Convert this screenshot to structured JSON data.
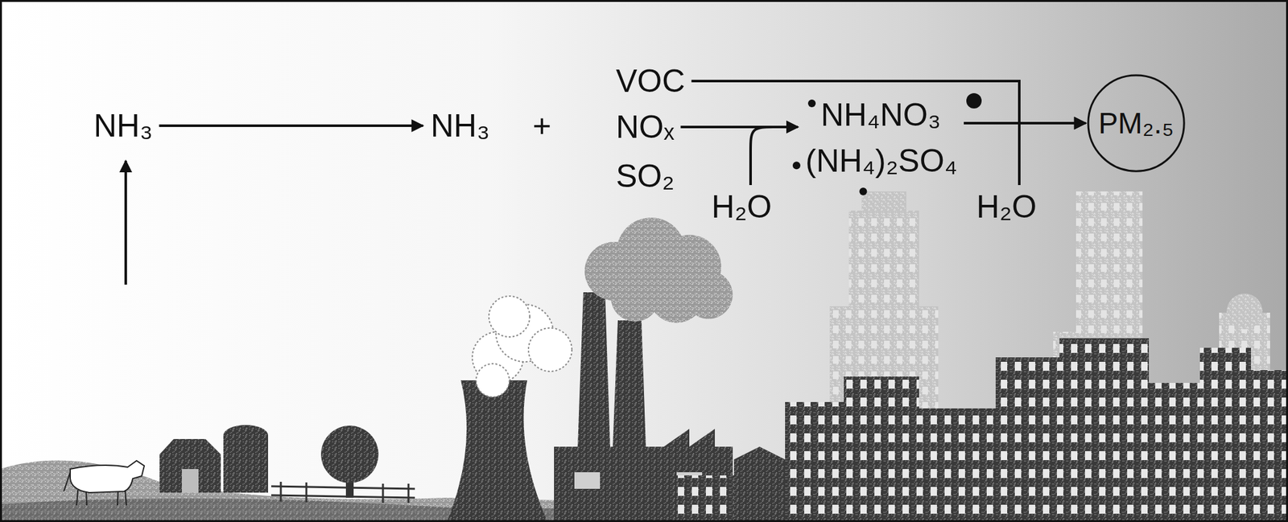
{
  "diagram": {
    "nodes": [
      {
        "text": [
          "NH₃"
        ]
      },
      {
        "text": [
          "NH₃"
        ]
      },
      {
        "text": [
          "VOC"
        ]
      },
      {
        "text": [
          "NOₓ"
        ]
      },
      {
        "text": [
          "NH₄NO₃",
          "(NH₄)₂SO₄"
        ]
      },
      {
        "text": [
          "H₂O"
        ]
      },
      {
        "text": [
          "H₂O"
        ]
      },
      {
        "text": [
          "PM₂.₅"
        ]
      }
    ],
    "edges": [
      {
        "from": 0,
        "to": 1,
        "arrow": "to"
      },
      {
        "from": 3,
        "to": 4,
        "arrow": "to"
      },
      {
        "from": 5,
        "to": 4,
        "arrow": "to"
      },
      {
        "from": 4,
        "to": 7,
        "arrow": "to"
      },
      {
        "from": 2,
        "to": 7,
        "arrow": "to"
      },
      {
        "from": 6,
        "to": 7,
        "arrow": "to"
      }
    ],
    "labels": [
      "+",
      "SO₂"
    ]
  }
}
